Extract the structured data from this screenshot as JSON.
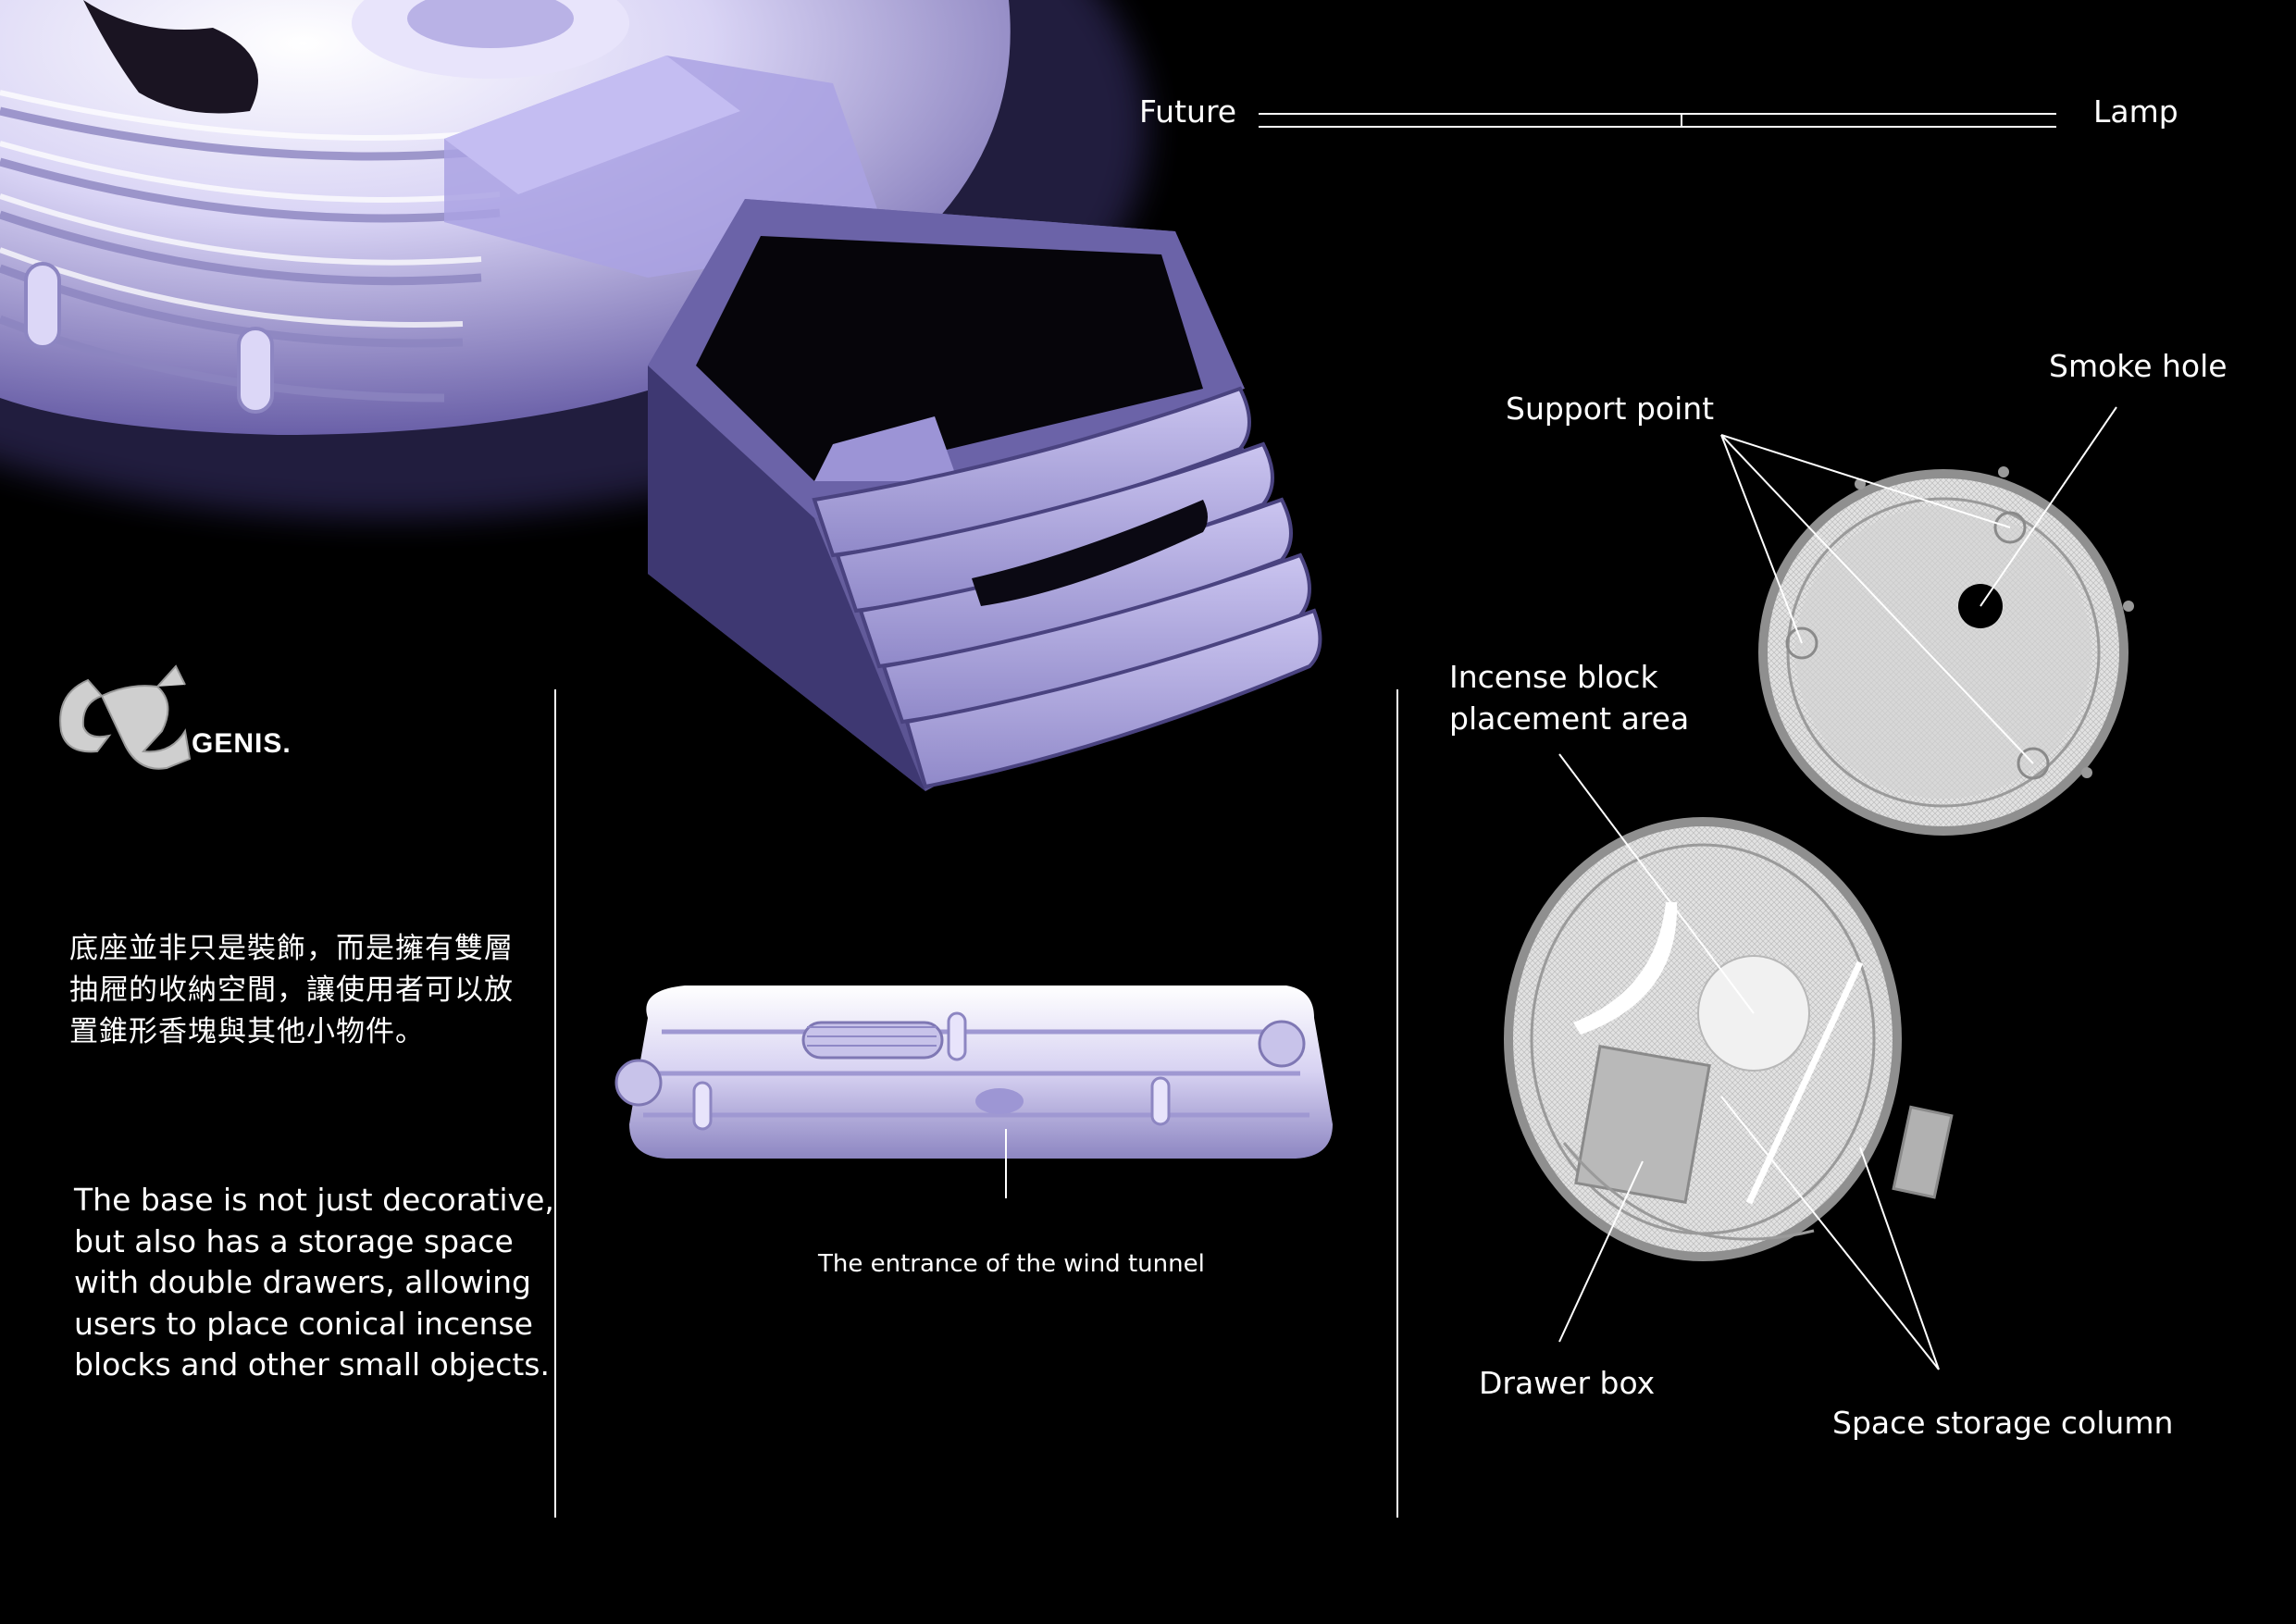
{
  "header": {
    "left_word": "Future",
    "right_word": "Lamp"
  },
  "brand": {
    "name": "GENIS."
  },
  "description": {
    "zh": "底座並非只是裝飾，而是擁有雙層抽屜的收納空間，讓使用者可以放置錐形香塊與其他小物件。",
    "en_lines": [
      "The base is not just decorative,",
      "but also has a storage space",
      "with double drawers, allowing",
      "users to place conical incense",
      "blocks and other small objects."
    ]
  },
  "labels": {
    "wind_tunnel": "The entrance of the wind tunnel",
    "support_point": "Support point",
    "smoke_hole": "Smoke hole",
    "incense_area_line1": "Incense block",
    "incense_area_line2": "placement area",
    "drawer_box": "Drawer box",
    "storage_column": "Space storage column"
  },
  "colors": {
    "background": "#000000",
    "text": "#ffffff",
    "render": "#b9b2e6",
    "wire": "#d6d6d6"
  }
}
